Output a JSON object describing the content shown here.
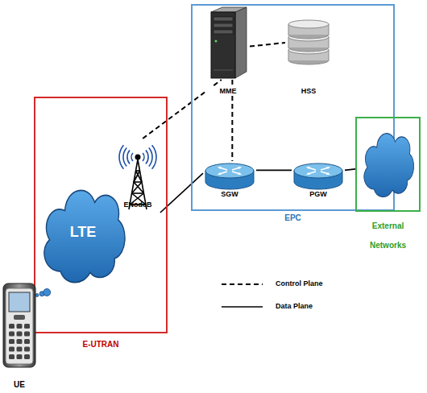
{
  "diagram": {
    "nodes": [
      {
        "text": [
          "EPC"
        ]
      },
      {
        "text": [
          "MME"
        ],
        "in": 0
      },
      {
        "text": [
          "HSS"
        ],
        "in": 0
      },
      {
        "text": [
          "SGW"
        ],
        "in": 0
      },
      {
        "text": [
          "PGW"
        ],
        "in": 0
      },
      {
        "text": [
          "E-UTRAN"
        ]
      },
      {
        "text": [
          "LTE"
        ],
        "in": 5
      },
      {
        "text": [
          "ENodeB"
        ],
        "in": 5
      },
      {
        "text": [
          "External Networks"
        ]
      },
      {
        "text": [
          "UE"
        ]
      }
    ],
    "edges": [
      {
        "from": 9,
        "to": 6,
        "arrow": "none"
      },
      {
        "from": 7,
        "to": 1,
        "arrow": "none"
      },
      {
        "from": 7,
        "to": 3,
        "arrow": "none"
      },
      {
        "from": 1,
        "to": 2,
        "arrow": "none"
      },
      {
        "from": 1,
        "to": 3,
        "arrow": "none"
      },
      {
        "from": 3,
        "to": 4,
        "arrow": "none"
      },
      {
        "from": 4,
        "to": 8,
        "arrow": "none"
      }
    ],
    "legend": [
      {
        "text": "Control Plane"
      },
      {
        "text": "Data Plane"
      }
    ]
  }
}
